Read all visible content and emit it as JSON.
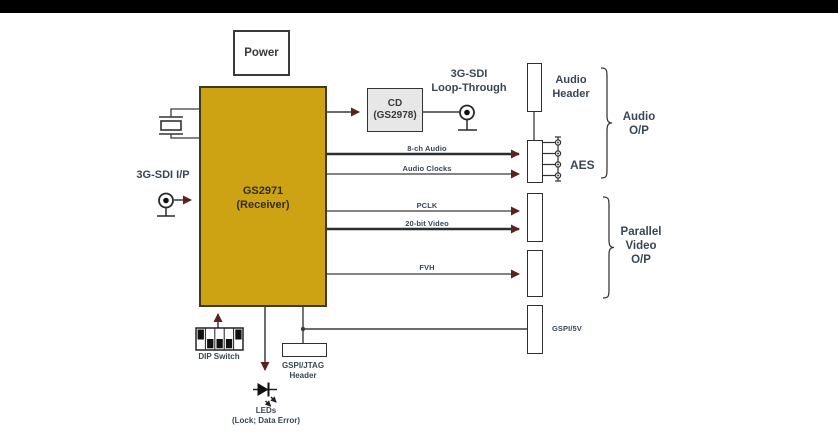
{
  "colors": {
    "top_bar": "#000000",
    "receiver_fill": "#CDA313",
    "receiver_border": "#3E3A20",
    "cd_fill": "#E7E7E7",
    "wire": "#3B3B3B",
    "arrowhead": "#5E1F1F",
    "label_text": "#394754",
    "box_text": "#3A3A3A"
  },
  "blocks": {
    "power": {
      "label": "Power"
    },
    "receiver": {
      "line1": "GS2971",
      "line2": "(Receiver)"
    },
    "cd": {
      "line1": "CD",
      "line2": "(GS2978)"
    },
    "jtag_header": {
      "line1": "GSPI/JTAG",
      "line2": "Header"
    }
  },
  "labels": {
    "input": "3G-SDI I/P",
    "loopthrough_line1": "3G-SDI",
    "loopthrough_line2": "Loop-Through",
    "audio_header_line1": "Audio",
    "audio_header_line2": "Header",
    "aes": "AES",
    "audio_op_line1": "Audio",
    "audio_op_line2": "O/P",
    "parallel_op_line1": "Parallel",
    "parallel_op_line2": "Video",
    "parallel_op_line3": "O/P",
    "gspi5v": "GSPI/5V",
    "dip_switch": "DIP Switch",
    "leds_line1": "LEDs",
    "leds_line2": "(Lock; Data Error)"
  },
  "signals": [
    {
      "label": "8-ch Audio"
    },
    {
      "label": "Audio Clocks"
    },
    {
      "label": "PCLK"
    },
    {
      "label": "20-bit Video"
    },
    {
      "label": "FVH"
    }
  ]
}
